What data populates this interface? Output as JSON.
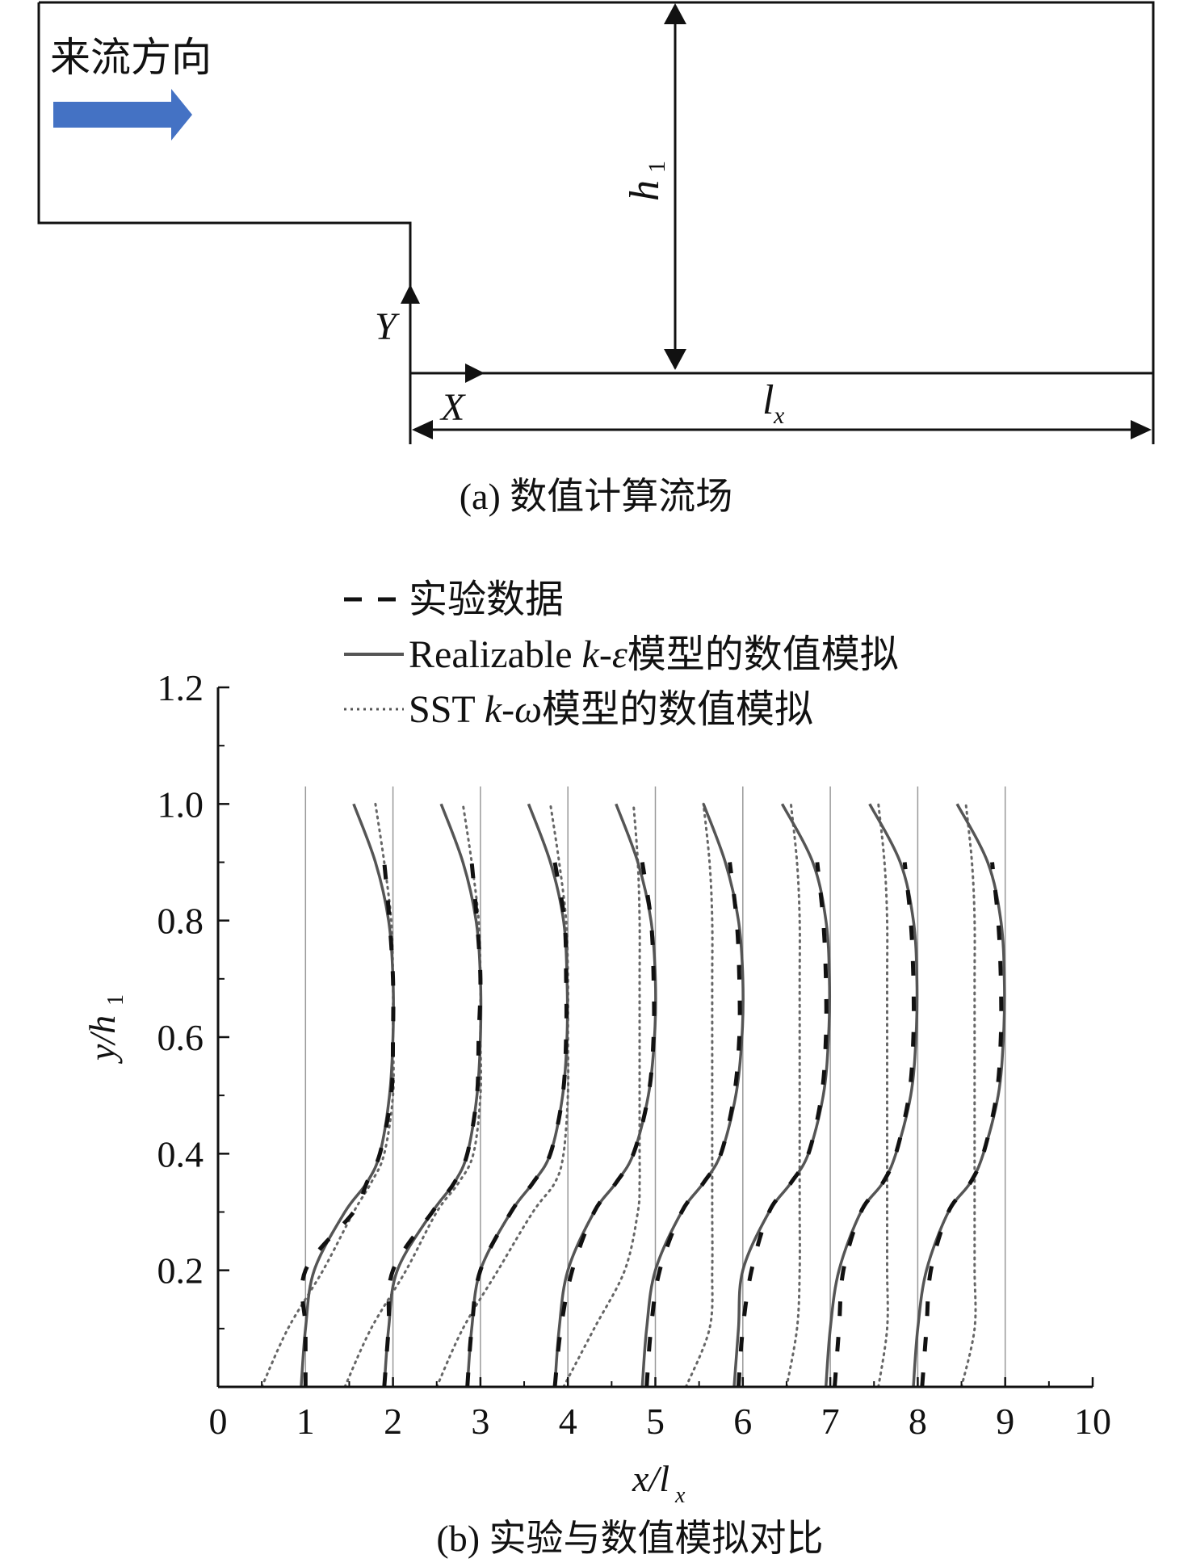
{
  "panel_a": {
    "flow_label": "来流方向",
    "h_label": "h",
    "h_sub": "1",
    "y_label": "Y",
    "x_label": "X",
    "l_label": "l",
    "l_sub": "x",
    "caption": "(a) 数值计算流场",
    "arrow_color": "#4472c4"
  },
  "panel_b_caption": "(b) 实验与数值模拟对比",
  "chart_data": {
    "type": "line",
    "xlabel_main": "x/l",
    "xlabel_sub": "x",
    "ylabel_main": "y/h",
    "ylabel_sub": "1",
    "xlim": [
      0,
      10
    ],
    "ylim": [
      0,
      1.2
    ],
    "xticks": [
      "0",
      "1",
      "2",
      "3",
      "4",
      "5",
      "6",
      "7",
      "8",
      "9",
      "10"
    ],
    "yticks": [
      "0.2",
      "0.4",
      "0.6",
      "0.8",
      "1.0",
      "1.2"
    ],
    "ytick_values": [
      0.2,
      0.4,
      0.6,
      0.8,
      1.0,
      1.2
    ],
    "reference_lines_x": [
      1,
      2,
      3,
      4,
      5,
      6,
      7,
      8,
      9
    ],
    "legend": {
      "experiment": "实验数据",
      "realizable_prefix": "Realizable ",
      "realizable_model": "k-ε",
      "realizable_suffix": "模型的数值模拟",
      "sst_prefix": "SST ",
      "sst_model": "k-ω",
      "sst_suffix": "模型的数值模拟"
    },
    "series_profiles": {
      "y": [
        0.0,
        0.1,
        0.2,
        0.3,
        0.35,
        0.4,
        0.5,
        0.6,
        0.7,
        0.8,
        0.9,
        1.0
      ],
      "realizable": [
        [
          0.95,
          1.0,
          1.1,
          1.45,
          1.7,
          1.85,
          1.96,
          2.0,
          2.0,
          1.95,
          1.8,
          1.55
        ],
        [
          1.9,
          1.95,
          2.05,
          2.45,
          2.7,
          2.85,
          2.96,
          3.0,
          3.0,
          2.95,
          2.8,
          2.55
        ],
        [
          2.85,
          2.9,
          3.0,
          3.35,
          3.6,
          3.8,
          3.94,
          3.99,
          3.99,
          3.95,
          3.8,
          3.55
        ],
        [
          3.85,
          3.9,
          4.0,
          4.3,
          4.55,
          4.75,
          4.92,
          4.99,
          5.0,
          4.95,
          4.8,
          4.55
        ],
        [
          4.85,
          4.9,
          5.0,
          5.3,
          5.55,
          5.75,
          5.92,
          5.99,
          6.0,
          5.95,
          5.8,
          5.55
        ],
        [
          5.9,
          5.95,
          6.0,
          6.3,
          6.55,
          6.75,
          6.92,
          6.98,
          6.99,
          6.95,
          6.8,
          6.45
        ],
        [
          6.95,
          7.0,
          7.1,
          7.35,
          7.6,
          7.75,
          7.92,
          7.98,
          7.99,
          7.95,
          7.8,
          7.45
        ],
        [
          7.95,
          8.0,
          8.1,
          8.35,
          8.6,
          8.75,
          8.92,
          8.98,
          8.99,
          8.95,
          8.8,
          8.45
        ]
      ],
      "sst": [
        [
          0.5,
          0.8,
          1.2,
          1.55,
          1.75,
          1.9,
          2.0,
          2.0,
          2.0,
          1.98,
          1.9,
          1.8
        ],
        [
          1.45,
          1.75,
          2.15,
          2.5,
          2.75,
          2.92,
          3.0,
          3.0,
          3.0,
          2.98,
          2.9,
          2.8
        ],
        [
          2.5,
          2.8,
          3.2,
          3.6,
          3.85,
          3.95,
          4.0,
          4.0,
          4.0,
          3.98,
          3.9,
          3.8
        ],
        [
          3.95,
          4.3,
          4.65,
          4.8,
          4.82,
          4.82,
          4.82,
          4.82,
          4.82,
          4.82,
          4.8,
          4.75
        ],
        [
          5.35,
          5.62,
          5.65,
          5.65,
          5.65,
          5.65,
          5.65,
          5.65,
          5.65,
          5.65,
          5.62,
          5.55
        ],
        [
          6.5,
          6.62,
          6.65,
          6.65,
          6.65,
          6.65,
          6.65,
          6.65,
          6.65,
          6.65,
          6.62,
          6.55
        ],
        [
          7.55,
          7.65,
          7.65,
          7.65,
          7.65,
          7.65,
          7.65,
          7.65,
          7.65,
          7.65,
          7.62,
          7.55
        ],
        [
          8.5,
          8.65,
          8.65,
          8.65,
          8.65,
          8.65,
          8.65,
          8.65,
          8.65,
          8.65,
          8.62,
          8.55
        ]
      ],
      "experiment": [
        [
          1.0,
          1.0,
          1.0,
          1.55,
          1.7,
          1.85,
          1.98,
          2.0,
          2.0,
          1.96,
          1.9
        ],
        [
          1.9,
          1.95,
          2.0,
          2.45,
          2.7,
          2.85,
          2.96,
          2.98,
          3.0,
          2.96,
          2.9
        ],
        [
          2.85,
          2.9,
          3.0,
          3.35,
          3.6,
          3.8,
          3.94,
          3.98,
          3.98,
          3.96,
          3.85
        ],
        [
          3.85,
          3.92,
          4.05,
          4.3,
          4.55,
          4.75,
          4.92,
          4.98,
          4.98,
          4.95,
          4.85
        ],
        [
          4.9,
          4.95,
          5.05,
          5.3,
          5.55,
          5.75,
          5.9,
          5.96,
          5.96,
          5.93,
          5.85
        ],
        [
          5.95,
          6.0,
          6.1,
          6.3,
          6.55,
          6.75,
          6.9,
          6.95,
          6.95,
          6.92,
          6.85
        ],
        [
          7.05,
          7.1,
          7.15,
          7.35,
          7.6,
          7.75,
          7.9,
          7.95,
          7.95,
          7.92,
          7.85
        ],
        [
          8.05,
          8.1,
          8.15,
          8.35,
          8.6,
          8.75,
          8.9,
          8.95,
          8.95,
          8.92,
          8.85
        ]
      ],
      "experiment_y": [
        0.0,
        0.1,
        0.2,
        0.3,
        0.35,
        0.4,
        0.5,
        0.6,
        0.7,
        0.8,
        0.9
      ]
    }
  }
}
